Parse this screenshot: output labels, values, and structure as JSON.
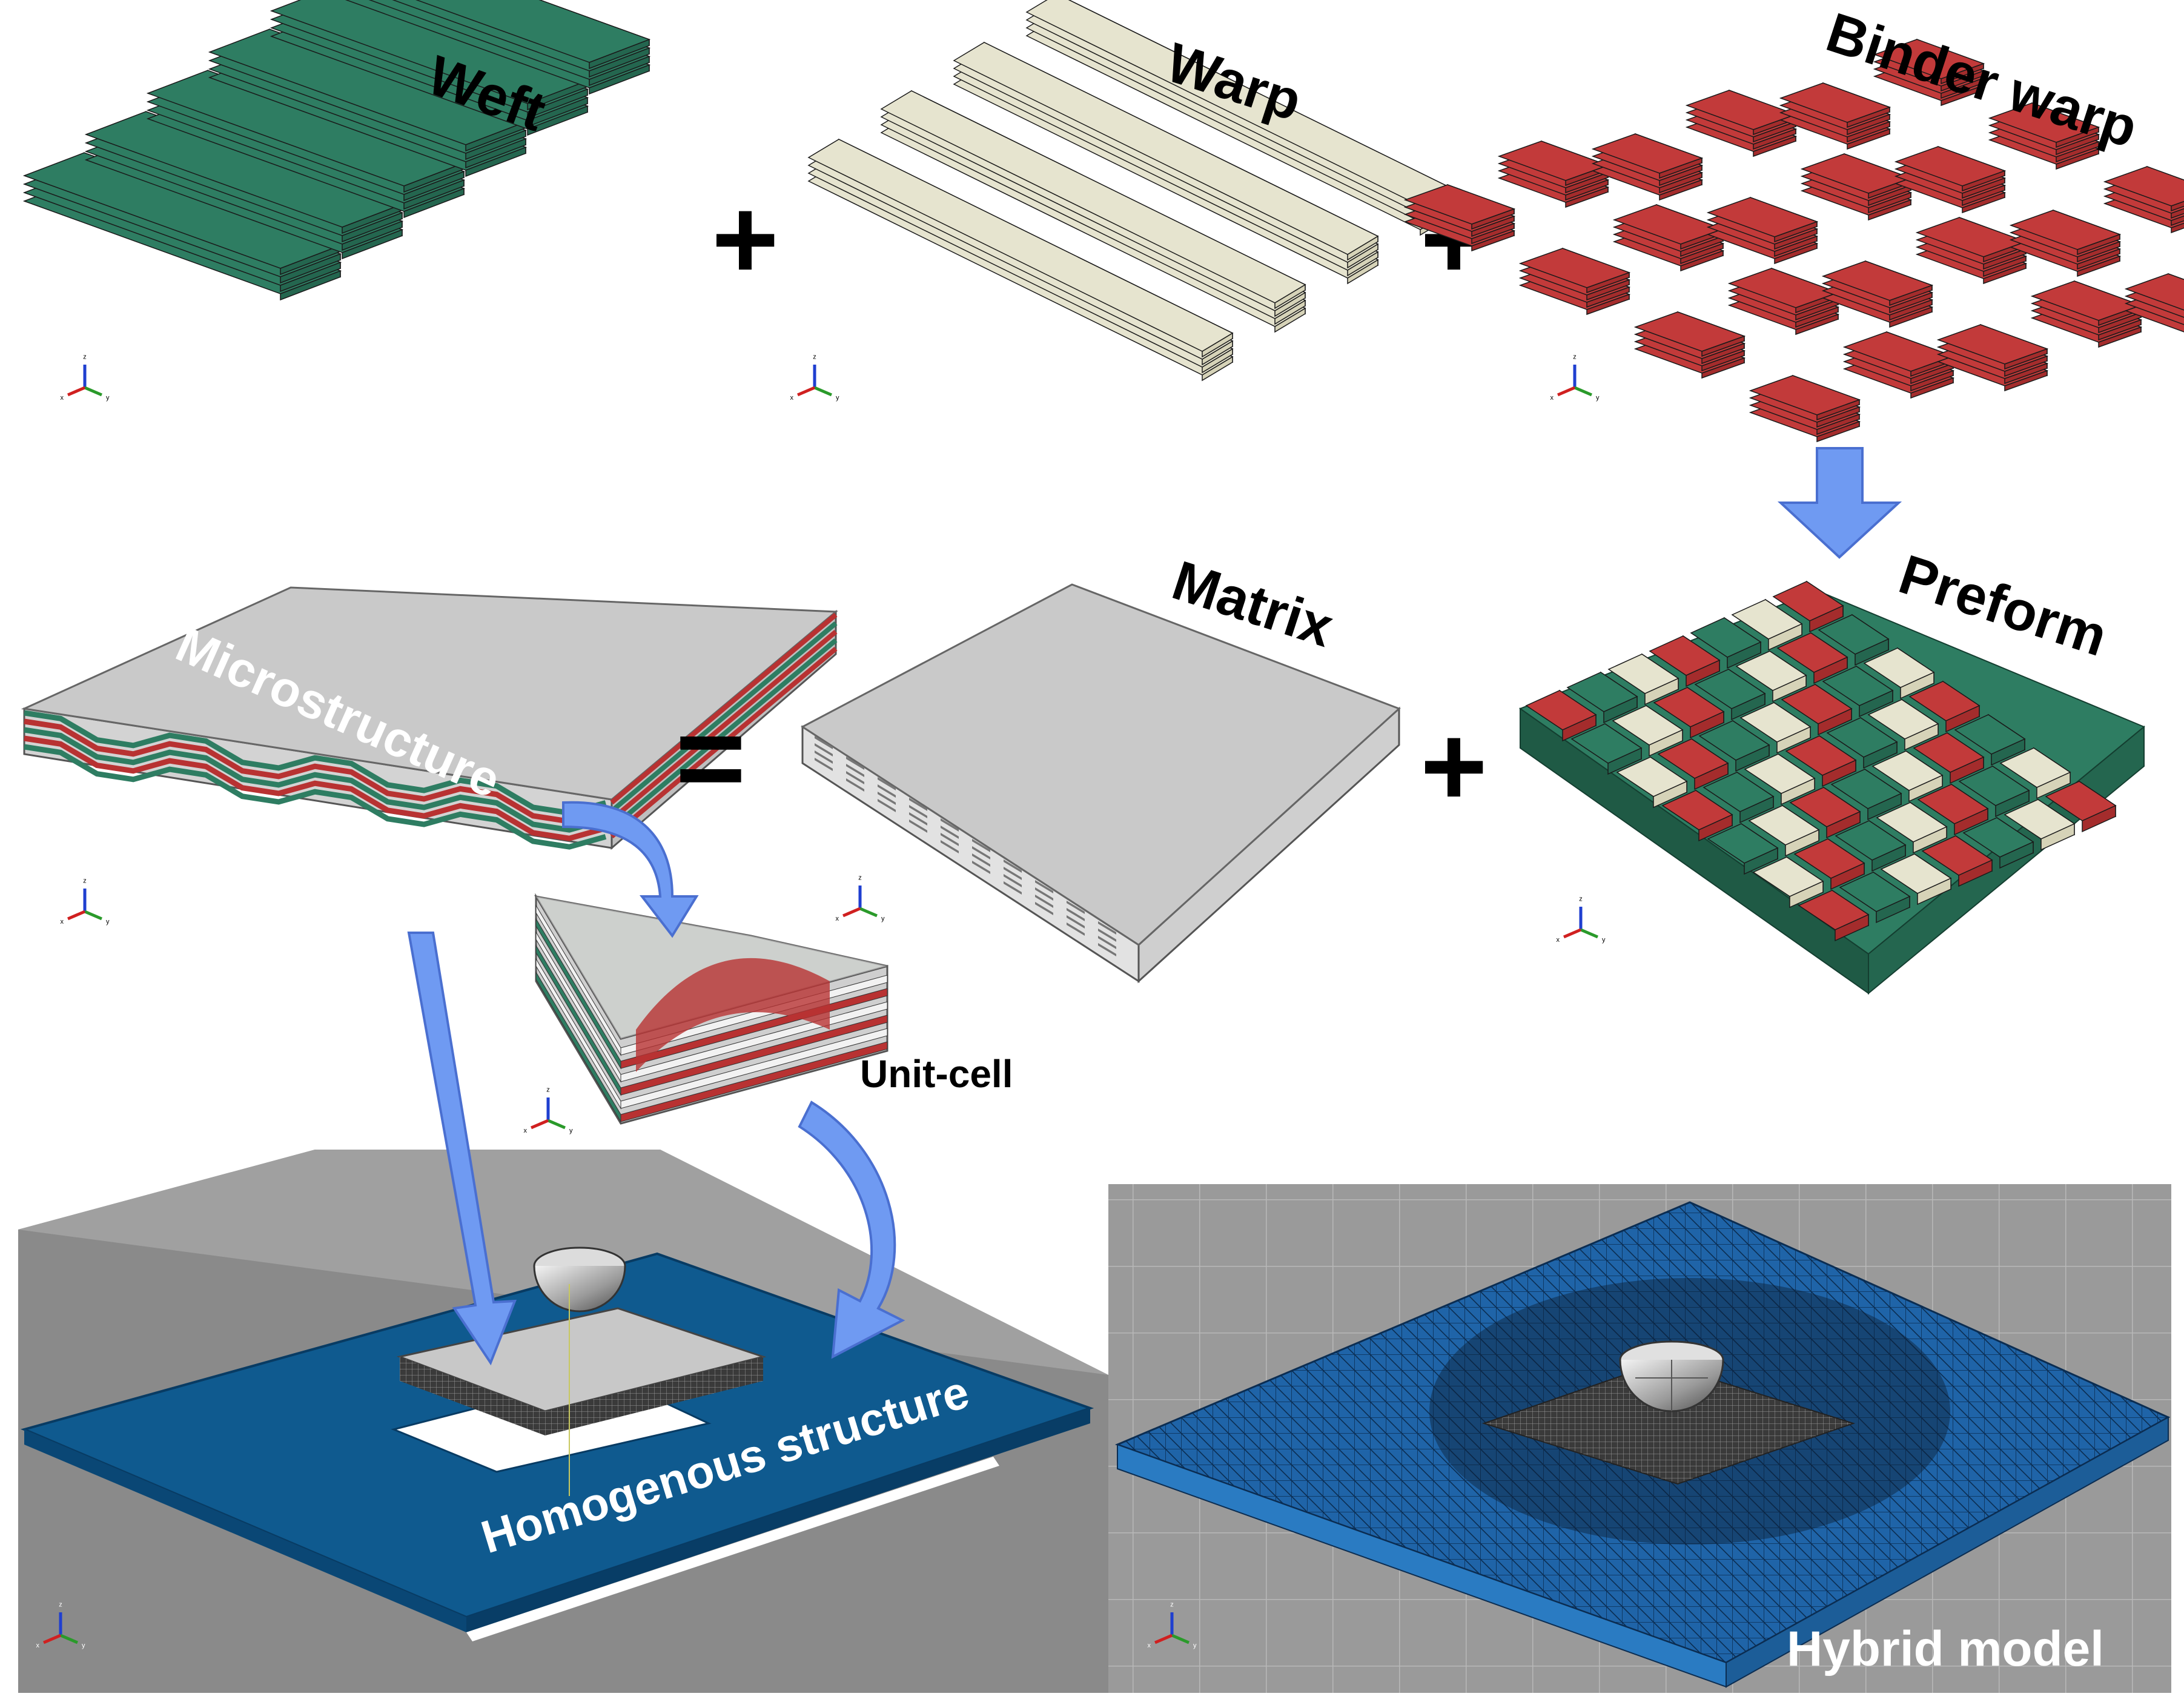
{
  "labels": {
    "weft": "Weft",
    "warp": "Warp",
    "binder_warp": "Binder warp",
    "matrix": "Matrix",
    "preform": "Preform",
    "microstructure": "Microstructure",
    "unit_cell": "Unit-cell",
    "homogenous_structure": "Homogenous structure",
    "hybrid_model": "Hybrid model"
  },
  "operators": {
    "plus": "+",
    "equals": "="
  },
  "axis_triad": {
    "x": "x",
    "y": "y",
    "z": "z"
  },
  "colors": {
    "weft_green": "#2e7d62",
    "warp_cream": "#e6e4cf",
    "binder_red": "#b83232",
    "matrix_grey": "#c9c9c9",
    "arrow_blue": "#6f9af2",
    "plate_blue": "#0f5a8f",
    "mesh_blue": "#1f64a8",
    "background_grey": "#8a8a8a"
  }
}
